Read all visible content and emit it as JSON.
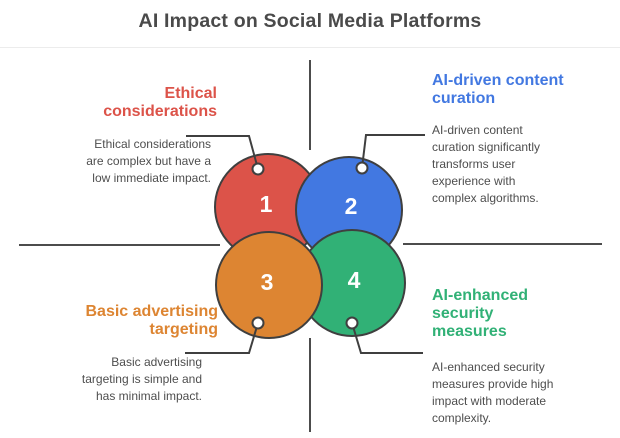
{
  "title": "AI Impact on Social Media Platforms",
  "colors": {
    "red": "#DC5349",
    "blue": "#4278E1",
    "orange": "#DD8532",
    "green": "#31B176",
    "outline": "#3F3F3F",
    "axis": "#4C4C4C",
    "description_text": "#4E4E4E",
    "title_text": "#4A4A4A"
  },
  "quadrants": [
    {
      "number": "1",
      "name": "ethical-considerations",
      "color": "#DC5349",
      "title_lines": [
        "Ethical",
        "considerations"
      ],
      "desc_lines": [
        "Ethical considerations",
        "are complex but have a",
        "low immediate impact."
      ]
    },
    {
      "number": "2",
      "name": "ai-driven-content-curation",
      "color": "#4278E1",
      "title_lines": [
        "AI-driven content",
        "curation"
      ],
      "desc_lines": [
        "AI-driven content",
        "curation significantly",
        "transforms user",
        "experience with",
        "complex algorithms."
      ]
    },
    {
      "number": "3",
      "name": "basic-advertising-targeting",
      "color": "#DD8532",
      "title_lines": [
        "Basic advertising",
        "targeting"
      ],
      "desc_lines": [
        "Basic advertising",
        "targeting is simple and",
        "has minimal impact."
      ]
    },
    {
      "number": "4",
      "name": "ai-enhanced-security-measures",
      "color": "#31B176",
      "title_lines": [
        "AI-enhanced",
        "security",
        "measures"
      ],
      "desc_lines": [
        "AI-enhanced security",
        "measures provide high",
        "impact with moderate",
        "complexity."
      ]
    }
  ]
}
